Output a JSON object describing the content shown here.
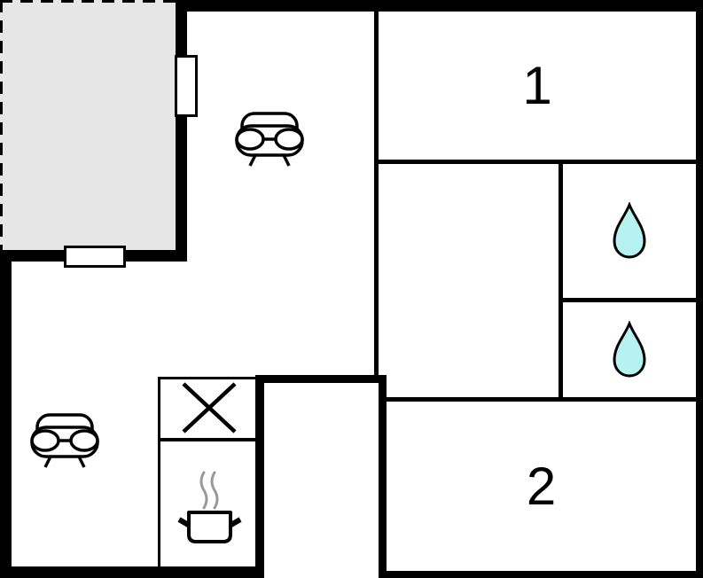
{
  "floorplan": {
    "rooms": [
      {
        "id": "room-1",
        "label": "1"
      },
      {
        "id": "room-2",
        "label": "2"
      }
    ],
    "icons": [
      "terrace-area",
      "window-icon-right-wall",
      "window-icon-bottom-wall",
      "sofa-icon-living-room",
      "sofa-icon-lower-left",
      "water-drop-icon-upper",
      "water-drop-icon-lower",
      "hob-icon",
      "cooking-pot-icon"
    ],
    "colors": {
      "background": "#ffffff",
      "wall": "#000000",
      "terrace_fill": "#e6e6e6",
      "drop_fill": "#b6f2f0",
      "steam": "#999999"
    }
  }
}
